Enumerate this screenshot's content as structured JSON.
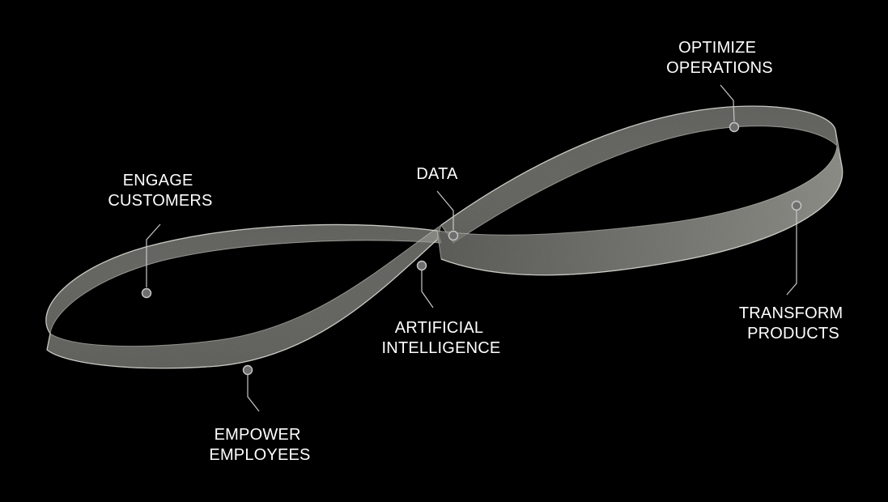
{
  "colors": {
    "background": "#000000",
    "text": "#ffffff",
    "band": "#8f8f8a",
    "band_edge": "#d8d8d2",
    "connector": "#c8c8c8"
  },
  "labels": {
    "optimize_operations": {
      "line1": "OPTIMIZE",
      "line2": "OPERATIONS"
    },
    "engage_customers": {
      "line1": "ENGAGE",
      "line2": "CUSTOMERS"
    },
    "data": {
      "line1": "DATA"
    },
    "artificial_intelligence": {
      "line1": "ARTIFICIAL",
      "line2": "INTELLIGENCE"
    },
    "transform_products": {
      "line1": "TRANSFORM",
      "line2": "PRODUCTS"
    },
    "empower_employees": {
      "line1": "EMPOWER",
      "line2": "EMPLOYEES"
    }
  }
}
